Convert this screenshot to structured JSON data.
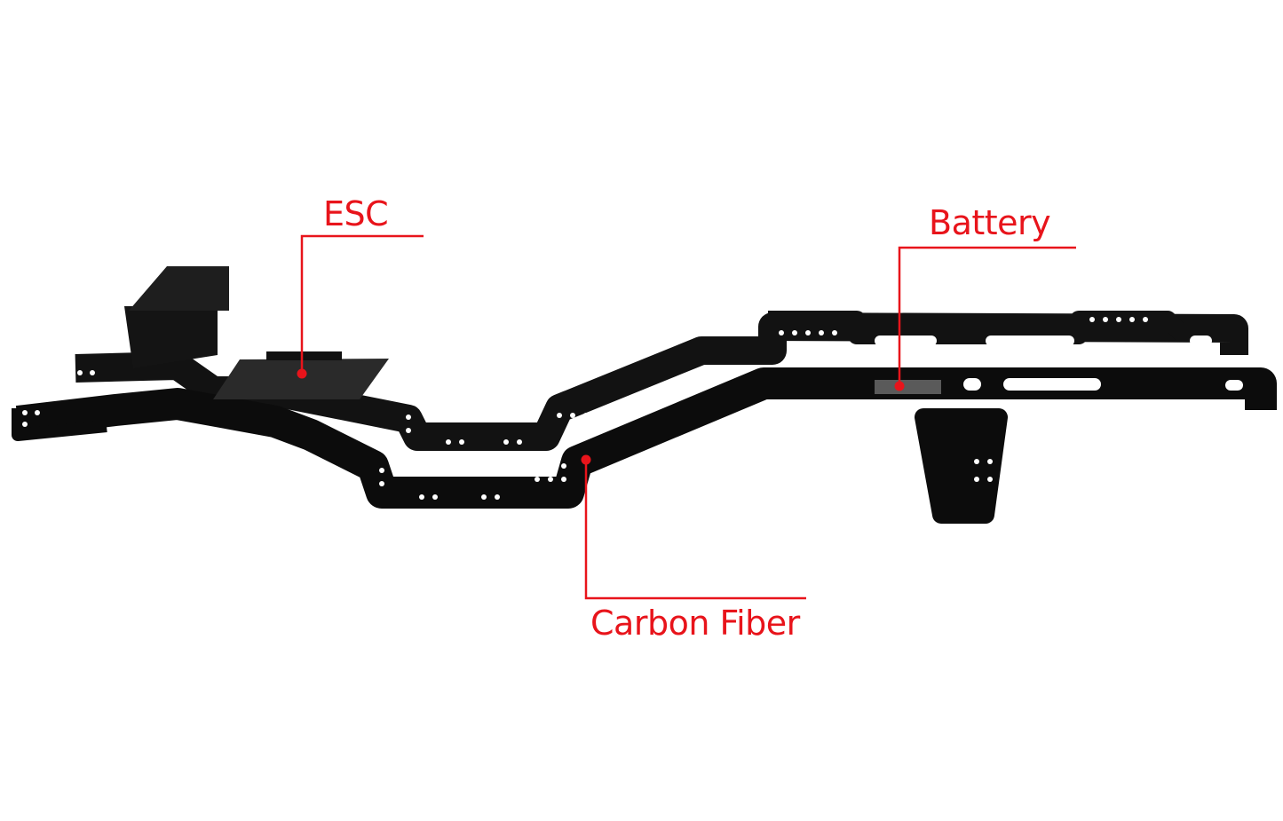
{
  "annotations": [
    {
      "id": "esc",
      "text": "ESC"
    },
    {
      "id": "battery",
      "text": "Battery"
    },
    {
      "id": "carbon",
      "text": "Carbon Fiber"
    }
  ],
  "colors": {
    "annotation": "#e8141b",
    "frame": "#111111",
    "background": "#ffffff"
  }
}
